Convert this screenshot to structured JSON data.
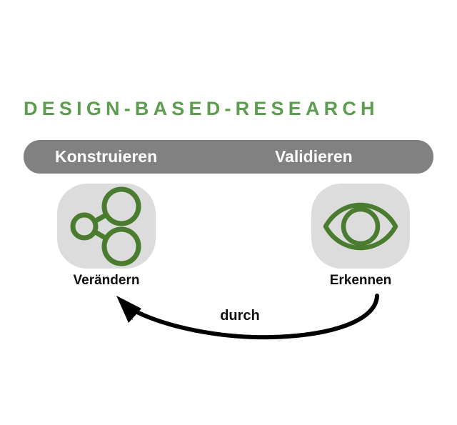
{
  "diagram": {
    "title": "DESIGN-BASED-RESEARCH",
    "phases": {
      "left": "Konstruieren",
      "right": "Validieren"
    },
    "nodes": [
      {
        "label": "Verändern",
        "icon": "share-network-icon"
      },
      {
        "label": "Erkennen",
        "icon": "eye-icon"
      }
    ],
    "connector": {
      "label": "durch",
      "icon": "curved-arrow-icon",
      "from": "Erkennen",
      "to": "Verändern"
    },
    "colors": {
      "title_green": "#5d9d4f",
      "icon_green": "#4a7c2f",
      "phase_bar_gray": "#818181",
      "tile_gray": "#dcdcdc",
      "text_black": "#101010",
      "arrow_black": "#000000",
      "background": "#ffffff"
    }
  }
}
